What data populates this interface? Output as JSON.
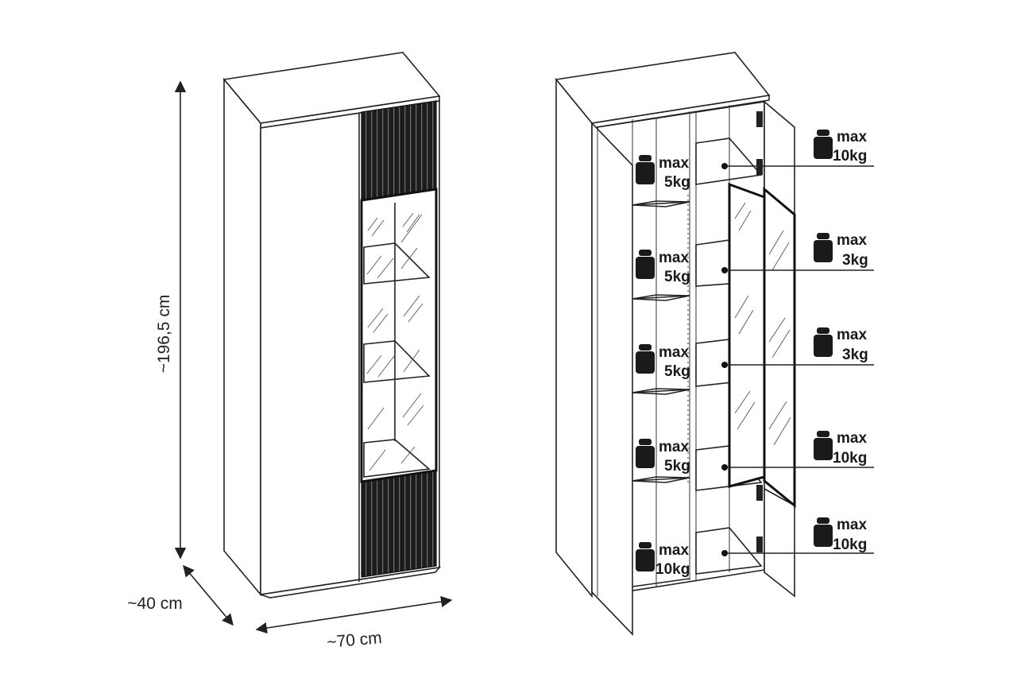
{
  "dimensions": {
    "height": "~196,5 cm",
    "depth": "~40 cm",
    "width": "~70 cm"
  },
  "load_labels": [
    {
      "max": "max",
      "value": "5kg"
    },
    {
      "max": "max",
      "value": "5kg"
    },
    {
      "max": "max",
      "value": "5kg"
    },
    {
      "max": "max",
      "value": "5kg"
    },
    {
      "max": "max",
      "value": "10kg"
    },
    {
      "max": "max",
      "value": "10kg"
    },
    {
      "max": "max",
      "value": "3kg"
    },
    {
      "max": "max",
      "value": "3kg"
    },
    {
      "max": "max",
      "value": "10kg"
    },
    {
      "max": "max",
      "value": "10kg"
    }
  ]
}
